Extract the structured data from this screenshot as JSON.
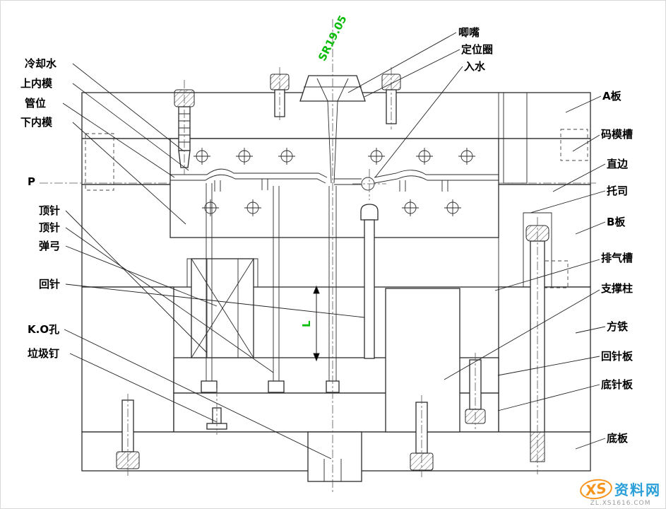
{
  "drawing": {
    "left_labels": [
      {
        "id": "cooling-water",
        "text": "冷却水"
      },
      {
        "id": "upper-insert",
        "text": "上内模"
      },
      {
        "id": "tube-position",
        "text": "管位"
      },
      {
        "id": "lower-insert",
        "text": "下内模"
      },
      {
        "id": "parting-line-p",
        "text": "P"
      },
      {
        "id": "ejector-pin-1",
        "text": "顶针"
      },
      {
        "id": "ejector-pin-2",
        "text": "顶针"
      },
      {
        "id": "spring",
        "text": "弹弓"
      },
      {
        "id": "return-pin",
        "text": "回针"
      },
      {
        "id": "ko-hole",
        "text": "K.O孔"
      },
      {
        "id": "stop-pin",
        "text": "垃圾钉"
      }
    ],
    "top_labels": [
      {
        "id": "sprue-bushing",
        "text": "唧嘴"
      },
      {
        "id": "locating-ring",
        "text": "定位圈"
      },
      {
        "id": "water-inlet",
        "text": "入水"
      }
    ],
    "right_labels": [
      {
        "id": "a-plate",
        "text": "A板"
      },
      {
        "id": "clamp-slot",
        "text": "码模槽"
      },
      {
        "id": "straight-edge",
        "text": "直边"
      },
      {
        "id": "support-bush",
        "text": "托司"
      },
      {
        "id": "b-plate",
        "text": "B板"
      },
      {
        "id": "vent-groove",
        "text": "排气槽"
      },
      {
        "id": "support-pillar",
        "text": "支撑柱"
      },
      {
        "id": "spacer-block",
        "text": "方铁"
      },
      {
        "id": "return-pin-plate",
        "text": "回针板"
      },
      {
        "id": "bottom-ejector-plate",
        "text": "底针板"
      },
      {
        "id": "bottom-plate",
        "text": "底板"
      }
    ],
    "annotations": {
      "sprue_radius": "SR19.05",
      "dimension_l": "L",
      "annotation_color": "#0bbc0b"
    }
  },
  "watermark": {
    "logo_text": "XS",
    "site_name": "资料网",
    "url": "ZL.XS1616.COM",
    "orange": "#f7941d",
    "blue": "#2a9fd8"
  }
}
